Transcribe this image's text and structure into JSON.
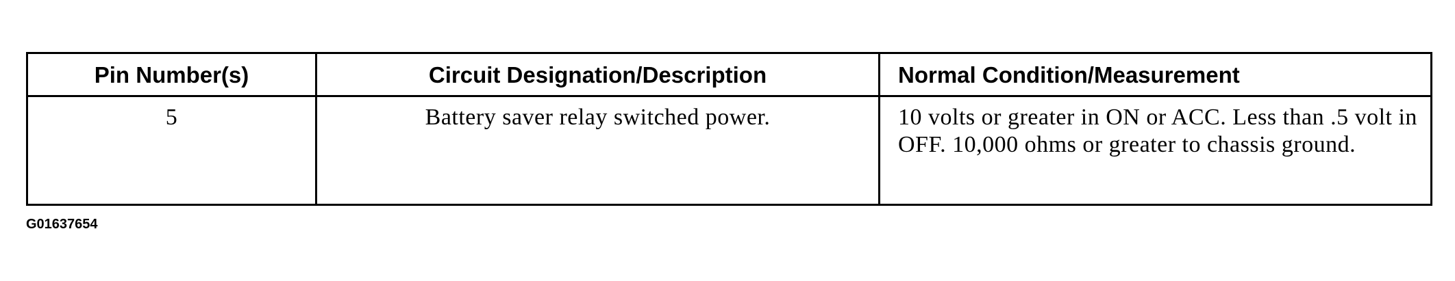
{
  "table": {
    "headers": [
      "Pin Number(s)",
      "Circuit Designation/Description",
      "Normal Condition/Measurement"
    ],
    "rows": [
      {
        "pin": "5",
        "circuit": "Battery saver relay switched power.",
        "condition": "10 volts or greater in ON or ACC. Less than .5 volt in OFF. 10,000 ohms or greater to chassis ground."
      }
    ]
  },
  "figure_id": "G01637654"
}
